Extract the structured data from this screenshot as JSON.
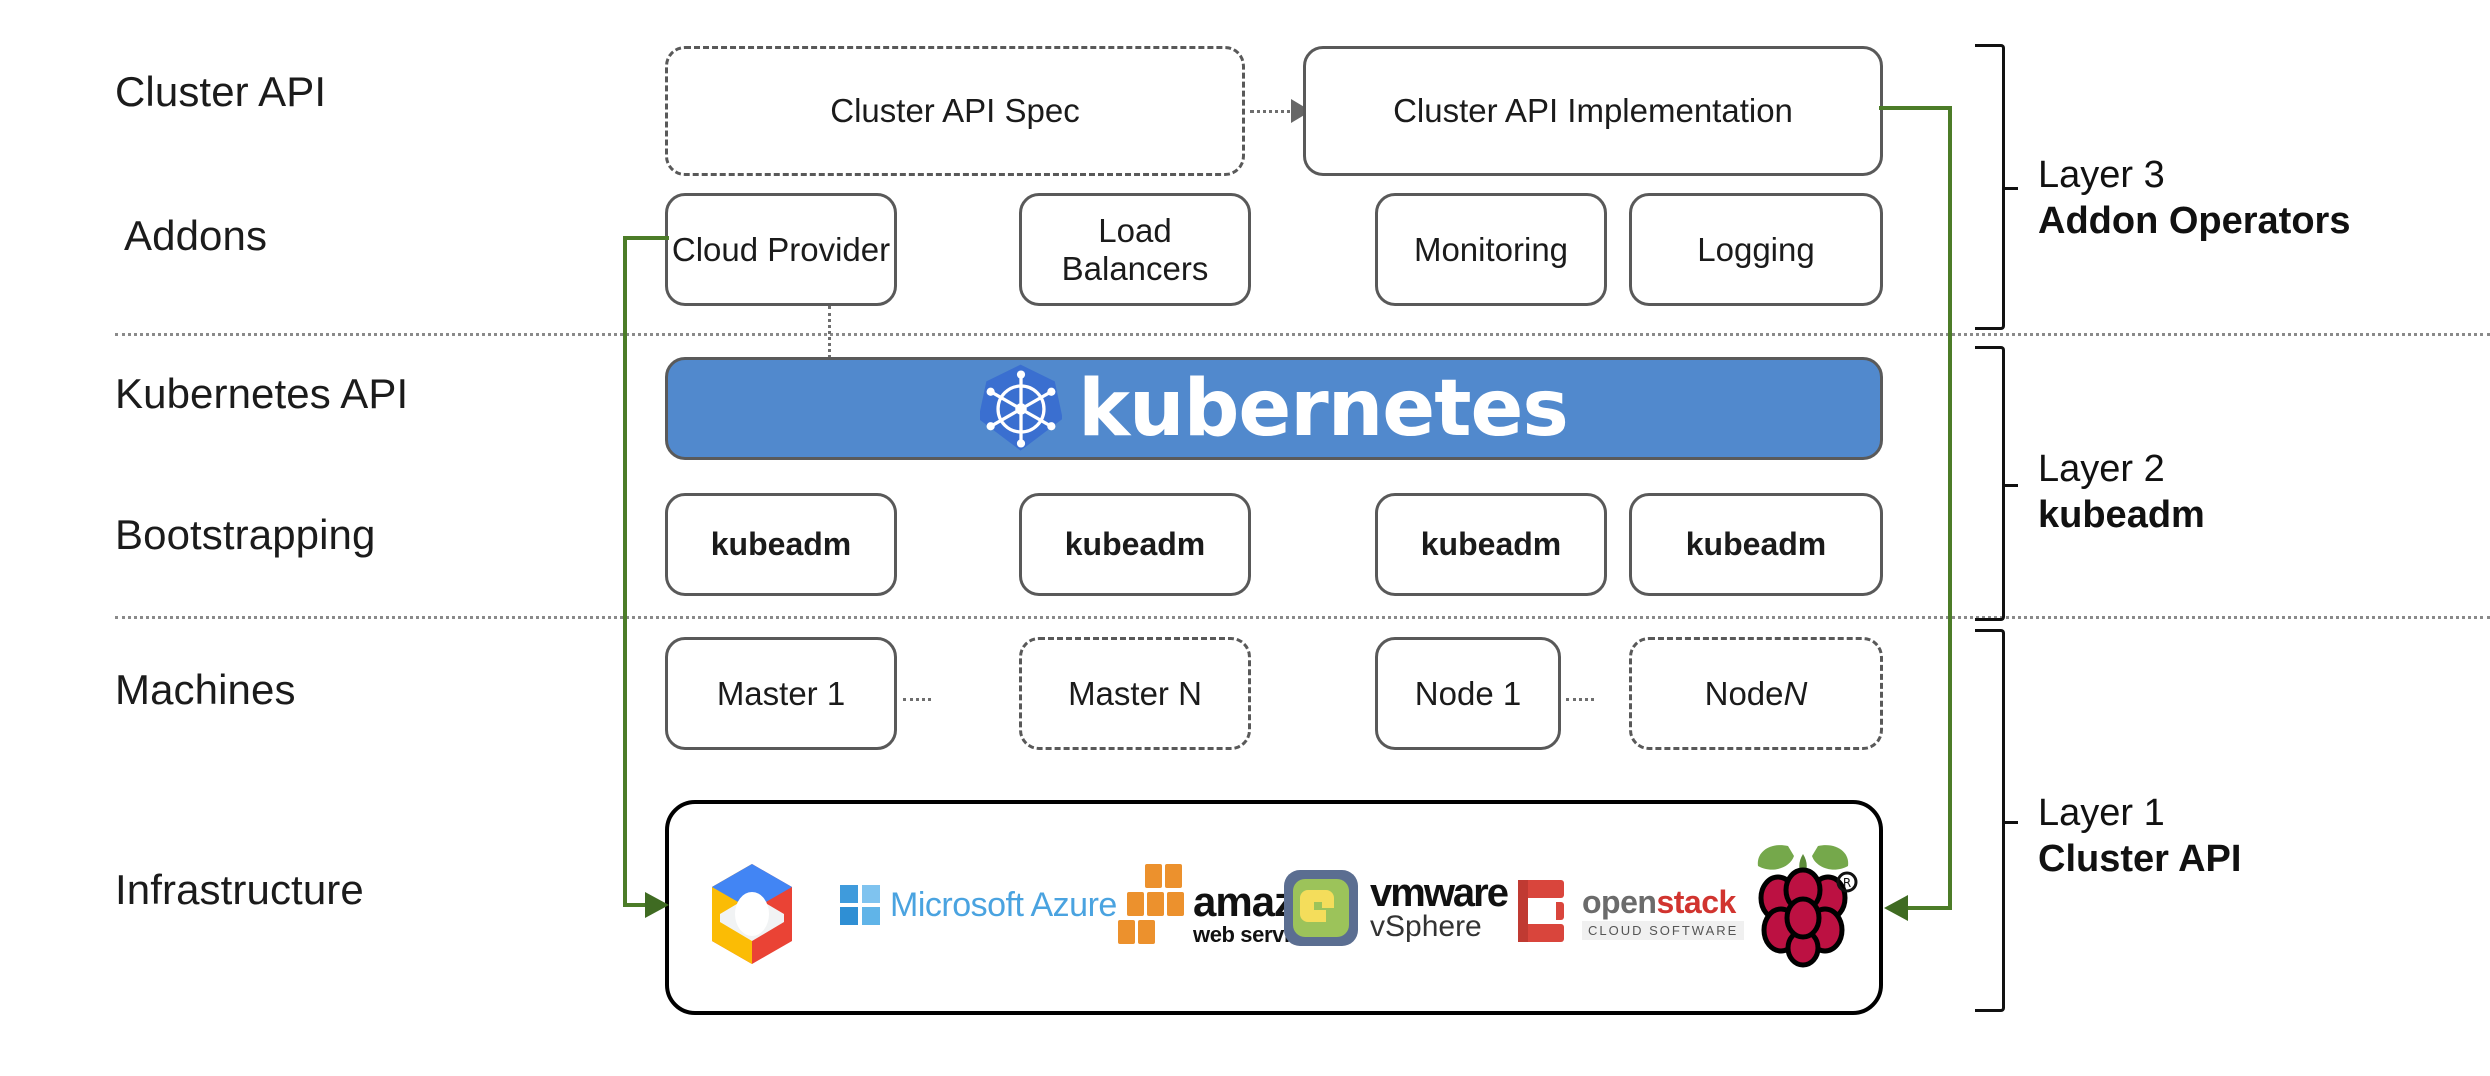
{
  "diagram": {
    "title": "Kubernetes Cluster API layered architecture",
    "accent_green": "#4c7c28",
    "k8s_blue": "#5189cd",
    "k8s_logo_blue": "#3a6fd0"
  },
  "row_labels": [
    {
      "id": "cluster-api",
      "text": "Cluster API"
    },
    {
      "id": "addons",
      "text": "Addons"
    },
    {
      "id": "kubernetes-api",
      "text": "Kubernetes API"
    },
    {
      "id": "bootstrapping",
      "text": "Bootstrapping"
    },
    {
      "id": "machines",
      "text": "Machines"
    },
    {
      "id": "infrastructure",
      "text": "Infrastructure"
    }
  ],
  "cluster_api_row": {
    "spec_box": {
      "label": "Cluster API Spec",
      "style": "dashed"
    },
    "impl_box": {
      "label": "Cluster API Implementation",
      "style": "solid"
    }
  },
  "addons_row": [
    {
      "label": "Cloud Provider"
    },
    {
      "label": "Load Balancers"
    },
    {
      "label": "Monitoring"
    },
    {
      "label": "Logging"
    }
  ],
  "kubernetes_banner": {
    "wordmark": "kubernetes",
    "logo_name": "kubernetes-helm-wheel-logo"
  },
  "bootstrapping_row": [
    {
      "label": "kubeadm"
    },
    {
      "label": "kubeadm"
    },
    {
      "label": "kubeadm"
    },
    {
      "label": "kubeadm"
    }
  ],
  "machines_row": [
    {
      "label": "Master 1",
      "style": "solid",
      "italic_suffix": ""
    },
    {
      "label": "Master N",
      "style": "dashed",
      "italic_suffix": ""
    },
    {
      "label": "Node 1",
      "style": "solid",
      "italic_suffix": ""
    },
    {
      "label": "Node ",
      "style": "dashed",
      "italic_suffix": "N"
    }
  ],
  "infrastructure_row": {
    "providers": [
      {
        "name": "google-cloud-platform",
        "label": ""
      },
      {
        "name": "microsoft-azure",
        "label": "Microsoft Azure"
      },
      {
        "name": "amazon-web-services",
        "label": "amazon",
        "sublabel": "web services"
      },
      {
        "name": "vmware-vsphere",
        "label": "vmware",
        "sublabel": "vSphere"
      },
      {
        "name": "openstack",
        "label": "open",
        "label2": "stack",
        "sublabel": "CLOUD SOFTWARE"
      },
      {
        "name": "raspberry-pi",
        "label": ""
      }
    ]
  },
  "layers": [
    {
      "id": "layer-3",
      "number": "Layer 3",
      "name": "Addon Operators"
    },
    {
      "id": "layer-2",
      "number": "Layer 2",
      "name": "kubeadm"
    },
    {
      "id": "layer-1",
      "number": "Layer 1",
      "name": "Cluster API"
    }
  ]
}
